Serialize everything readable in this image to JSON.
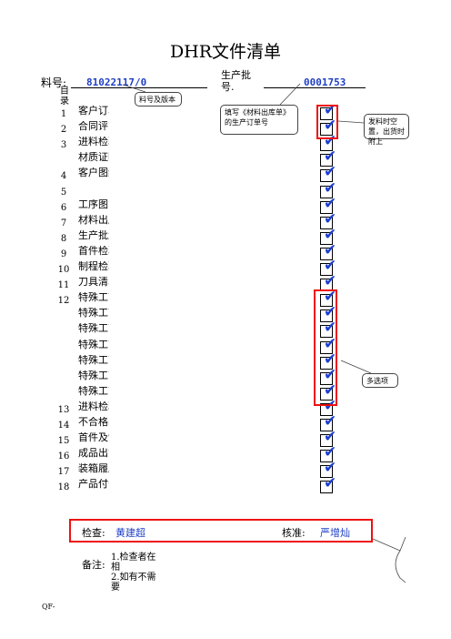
{
  "title": "DHR文件清单",
  "header": {
    "part_label": "料号:",
    "part_value": "81022117/0",
    "batch_label": "生产批号.",
    "batch_value": "0001753"
  },
  "callouts": {
    "part_version": "料号及版本",
    "fill_order": "填写《材料出库单》的生产订单号",
    "blank_attach": "发料时空置，出货时附上",
    "multi_select": "多选项"
  },
  "list": {
    "directory_label": "目录",
    "rows": [
      {
        "num": "1",
        "name": "客户订单"
      },
      {
        "num": "2",
        "name": "合同评审"
      },
      {
        "num": "3",
        "name": "进料检验报告"
      },
      {
        "num": "",
        "name": "材质证明"
      },
      {
        "num": "4",
        "name": "客户图纸"
      },
      {
        "num": "5",
        "name": ""
      },
      {
        "num": "6",
        "name": "工序图"
      },
      {
        "num": "7",
        "name": "材料出库单"
      },
      {
        "num": "8",
        "name": "生产批量管制"
      },
      {
        "num": "9",
        "name": "首件检验报告"
      },
      {
        "num": "10",
        "name": "制程检验报告"
      },
      {
        "num": "11",
        "name": "刀具清单"
      },
      {
        "num": "12",
        "name": "特殊工艺参数"
      },
      {
        "num": "",
        "name": "特殊工艺参数"
      },
      {
        "num": "",
        "name": "特殊工艺参数"
      },
      {
        "num": "",
        "name": "特殊工艺参数"
      },
      {
        "num": "",
        "name": "特殊工艺参数"
      },
      {
        "num": "",
        "name": "特殊工艺参数"
      },
      {
        "num": "",
        "name": "特殊工艺参数"
      },
      {
        "num": "13",
        "name": "进料检验报告"
      },
      {
        "num": "14",
        "name": "不合格品评审"
      },
      {
        "num": "15",
        "name": "首件及制程检"
      },
      {
        "num": "16",
        "name": "成品出货报告"
      },
      {
        "num": "17",
        "name": "装箱履历表"
      },
      {
        "num": "18",
        "name": "产品付合格证"
      }
    ]
  },
  "footer": {
    "check_label": "检查:",
    "check_name": "黄建超",
    "approve_label": "核准:",
    "approve_name": "严增灿",
    "notes_label": "备注:",
    "note1": "1.检查者在相",
    "note2": "2.如有不需要",
    "form_code": "QF-"
  },
  "colors": {
    "accent_blue": "#1f3fc4",
    "highlight_red": "#e11111",
    "check_blue": "#1e3fd0"
  }
}
